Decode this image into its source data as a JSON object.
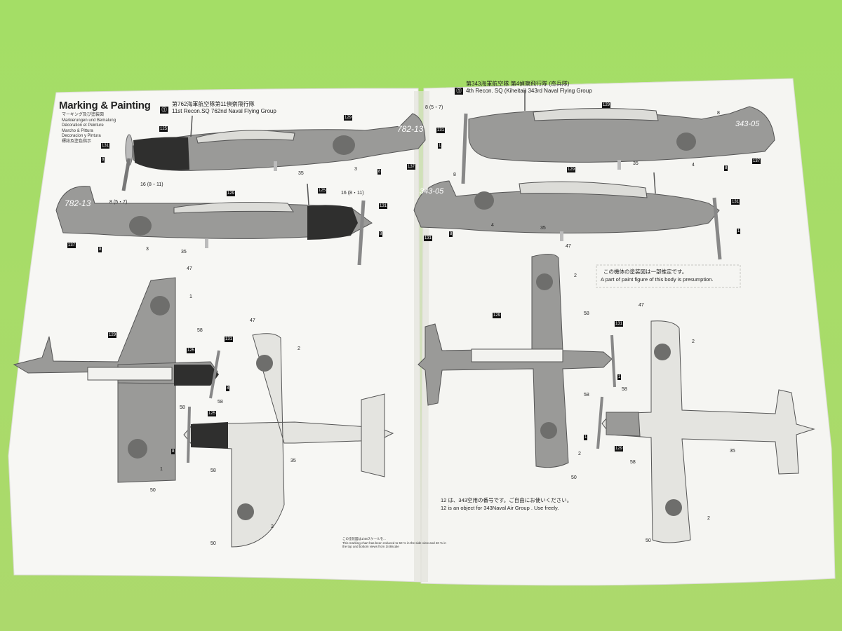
{
  "left_page": {
    "title": "Marking & Painting",
    "title_lines": [
      "マーキング及び塗装図",
      "Markierungen und Bemalung",
      "Décoration et Peinture",
      "Marcho & Pittura",
      "Decoracion y Pintura",
      "標誌及塗色指示"
    ],
    "unit_header_jp": "第762海軍航空隊第11偵察飛行隊",
    "unit_header_en": "11st Recon.SQ 762nd Naval Flying Group",
    "aircraft_code": "782-13"
  },
  "right_page": {
    "unit_header_jp": "第343海軍航空隊 第4偵察飛行隊 (奇兵隊)",
    "unit_header_en": "4th Recon. SQ (Kiheitai) 343rd Naval Flying Group",
    "aircraft_code": "343-05",
    "note_jp": "この機体の塗装図は一部推定です。",
    "note_en": "A part of paint figure of this body is presumption.",
    "object_note_jp": "は、343空用の番号です。ご自由にお使いください。",
    "object_note_en": "is an object for 343Naval Air Group . Use freely."
  },
  "footnote": [
    "この塗装図は1/48スケールを...",
    "This marking chart has been reduced to 50 % in the side view and 40 % in",
    "the top and bottom views from 1/48scale"
  ],
  "callouts": {
    "n1": "1",
    "n2": "2",
    "n3": "3",
    "n4": "4",
    "n8": "8",
    "n16": "16 (8・11)",
    "n8b": "8 (5・7)",
    "n35": "35",
    "n47": "47",
    "n50": "50",
    "n58": "58",
    "n125": "125",
    "n129": "129",
    "n131": "131",
    "n137": "137",
    "n12": "12"
  },
  "colors": {
    "background": "#a8e06a",
    "paper": "#f7f7f4",
    "aircraft_gray": "#9a9a98",
    "cowling": "#2f2f2e",
    "hinomaru": "#6e6e6c"
  }
}
